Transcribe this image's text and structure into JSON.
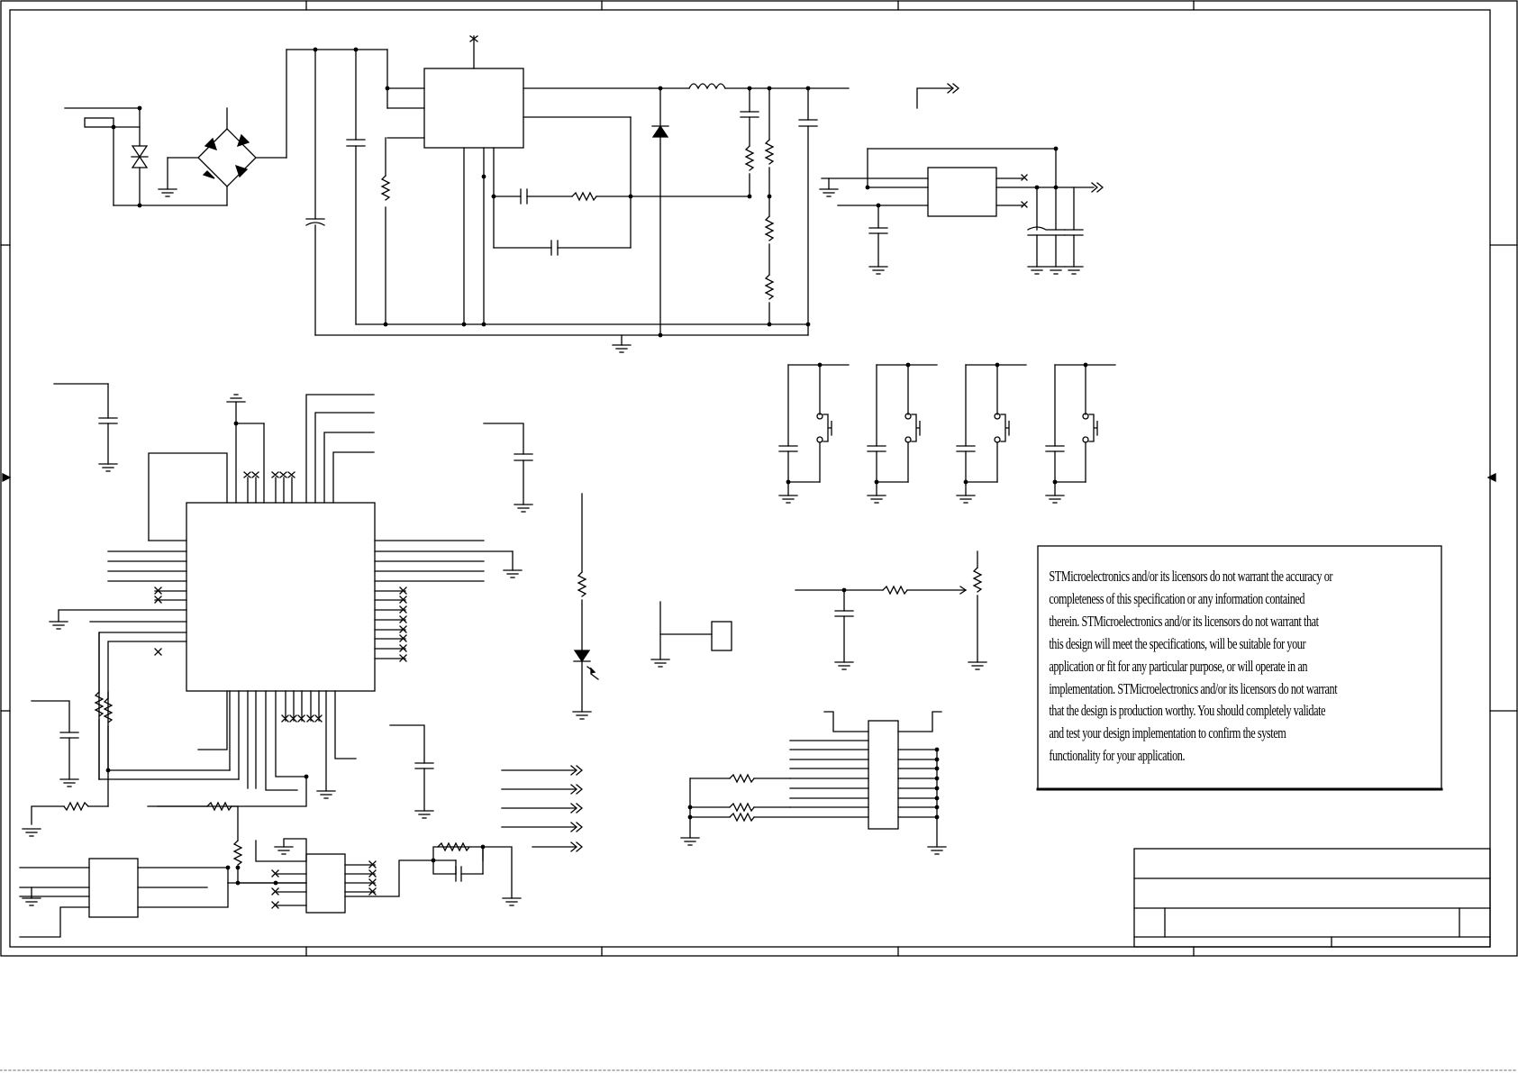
{
  "page": {
    "background": "#ffffff",
    "ink": "#000000"
  },
  "disclaimer": {
    "lines": [
      "STMicroelectronics and/or its licensors do not warrant the accuracy or",
      "completeness of this specification or any information contained",
      "therein. STMicroelectronics and/or its licensors do not warrant that",
      "this design will meet the specifications, will be suitable for your",
      "application or fit for any particular purpose, or will operate in an",
      "implementation. STMicroelectronics and/or its licensors do not warrant",
      "that the design is production worthy. You should completely validate",
      "and test your design implementation to confirm the system",
      "functionality for your application."
    ]
  }
}
